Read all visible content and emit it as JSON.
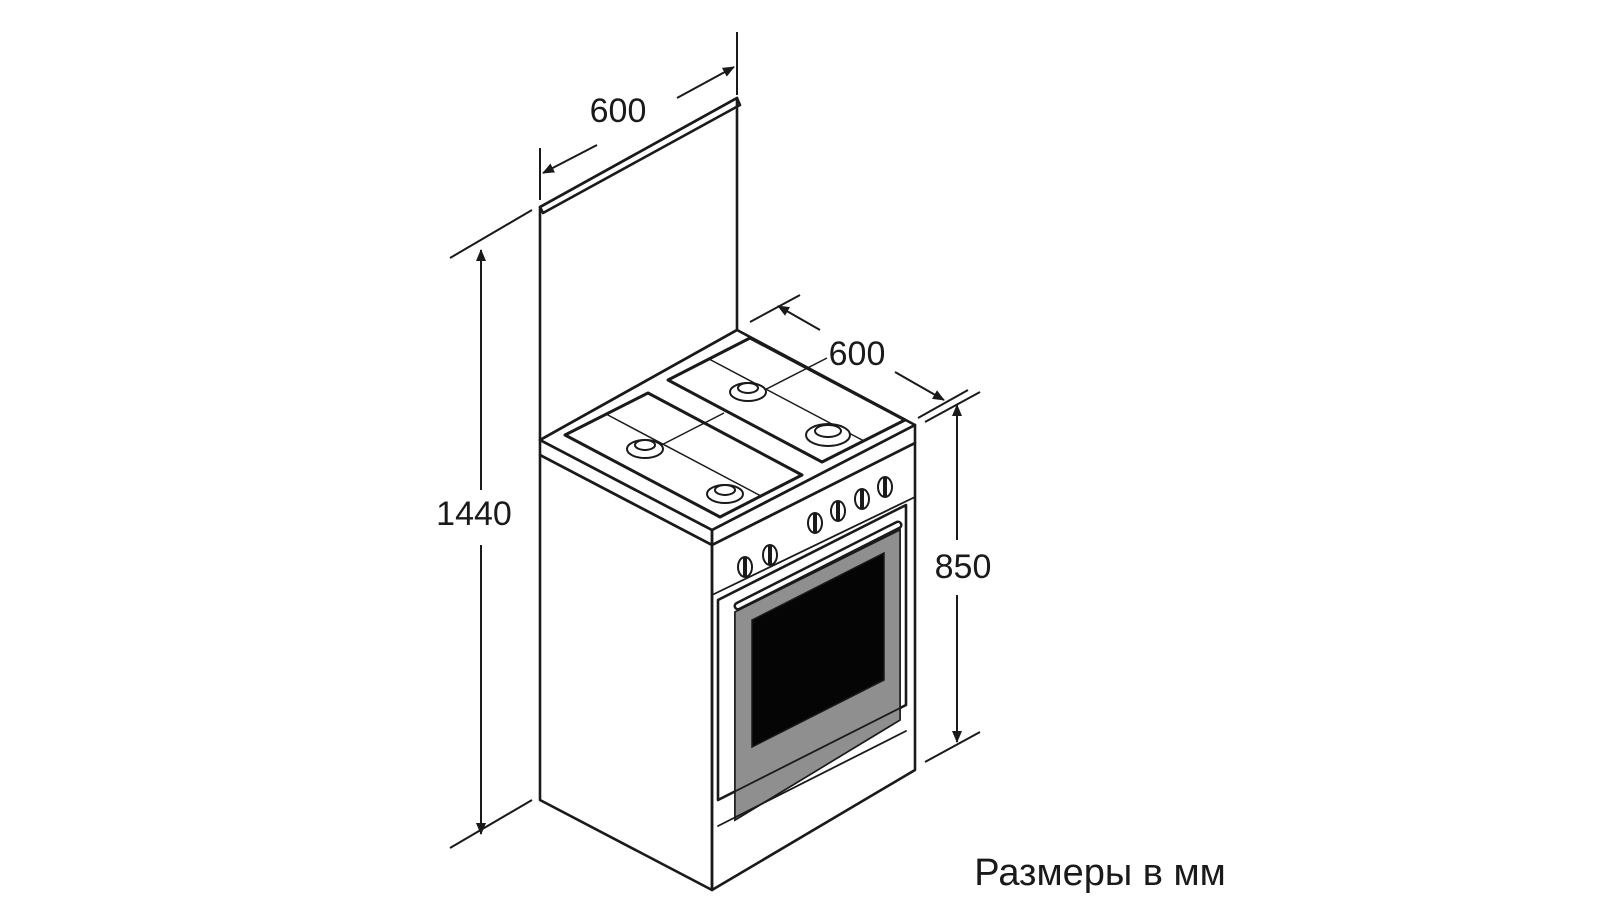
{
  "diagram": {
    "dimensions": {
      "lid_width": "600",
      "depth": "600",
      "total_height": "1440",
      "body_height": "850"
    },
    "caption": "Размеры в мм"
  }
}
